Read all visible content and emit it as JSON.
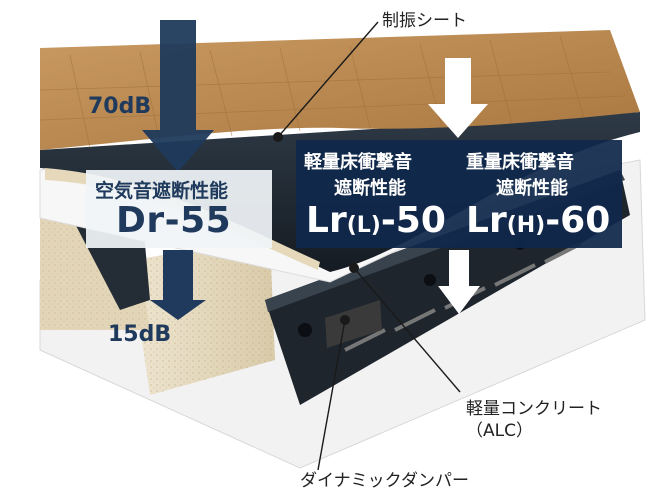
{
  "callouts": {
    "damping_sheet": "制振シート",
    "concrete_line1": "軽量コンクリート",
    "concrete_line2": "（ALC）",
    "damper": "ダイナミックダンパー"
  },
  "airborne": {
    "input_level": "70dB",
    "output_level": "15dB",
    "title": "空気音遮断性能",
    "rating": "Dr-55"
  },
  "impact": {
    "light": {
      "title_line1": "軽量床衝撃音",
      "title_line2": "遮断性能",
      "rating_prefix": "Lr",
      "rating_sub": "(L)",
      "rating_suffix": "-50"
    },
    "heavy": {
      "title_line1": "重量床衝撃音",
      "title_line2": "遮断性能",
      "rating_prefix": "Lr",
      "rating_sub": "(H)",
      "rating_suffix": "-60"
    }
  },
  "colors": {
    "wood": "#b8864f",
    "wood_grain": "#9c6d3b",
    "sheet": "#1c2530",
    "panel": "#e8dcc3",
    "steel": "#1a1f26",
    "navy": "#1f3a5c",
    "impact_panel": "#0f284b"
  }
}
